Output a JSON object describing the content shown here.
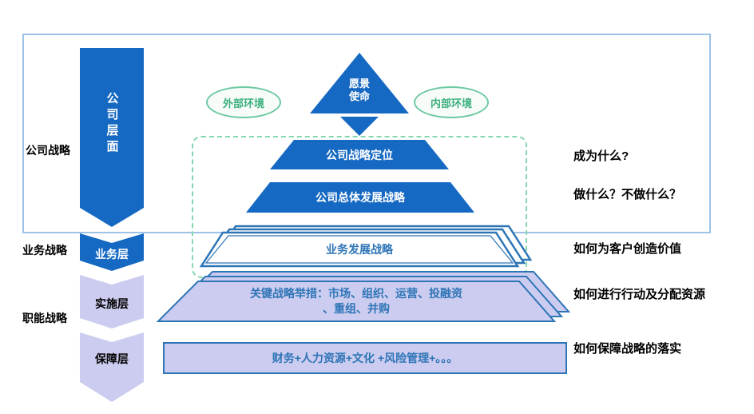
{
  "left_labels": {
    "company": "公司战略",
    "business": "业务战略",
    "functional": "职能战略"
  },
  "layers": {
    "company_level": "公司层面",
    "business": "业务层",
    "implementation": "实施层",
    "support": "保障层"
  },
  "environment": {
    "external": "外部环境",
    "internal": "内部环境"
  },
  "pyramid": {
    "vision_line1": "愿景",
    "vision_line2": "使命",
    "positioning": "公司战略定位",
    "overall": "公司总体发展战略",
    "business_dev": "业务发展战略",
    "initiatives_line1": "关键战略举措：市场、组织、运营、投融资",
    "initiatives_line2": "、重组、并购",
    "support": "财务+人力资源+文化 +风险管理+。。。"
  },
  "right_notes": {
    "positioning": "成为什么?",
    "overall": "做什么？不做什么？",
    "business": "如何为客户创造价值",
    "implementation": "如何进行行动及分配资源",
    "support": "如何保障战略的落实"
  },
  "colors": {
    "primary_blue": "#1669C2",
    "lavender": "#CCCCF0",
    "outline_blue": "#2E75B6",
    "text_blue": "#2E75B6",
    "green_border": "#6CC9A1",
    "green_text": "#3BAF7E",
    "dashed_green": "#86D6B0",
    "box_border": "#9CC2E5"
  }
}
